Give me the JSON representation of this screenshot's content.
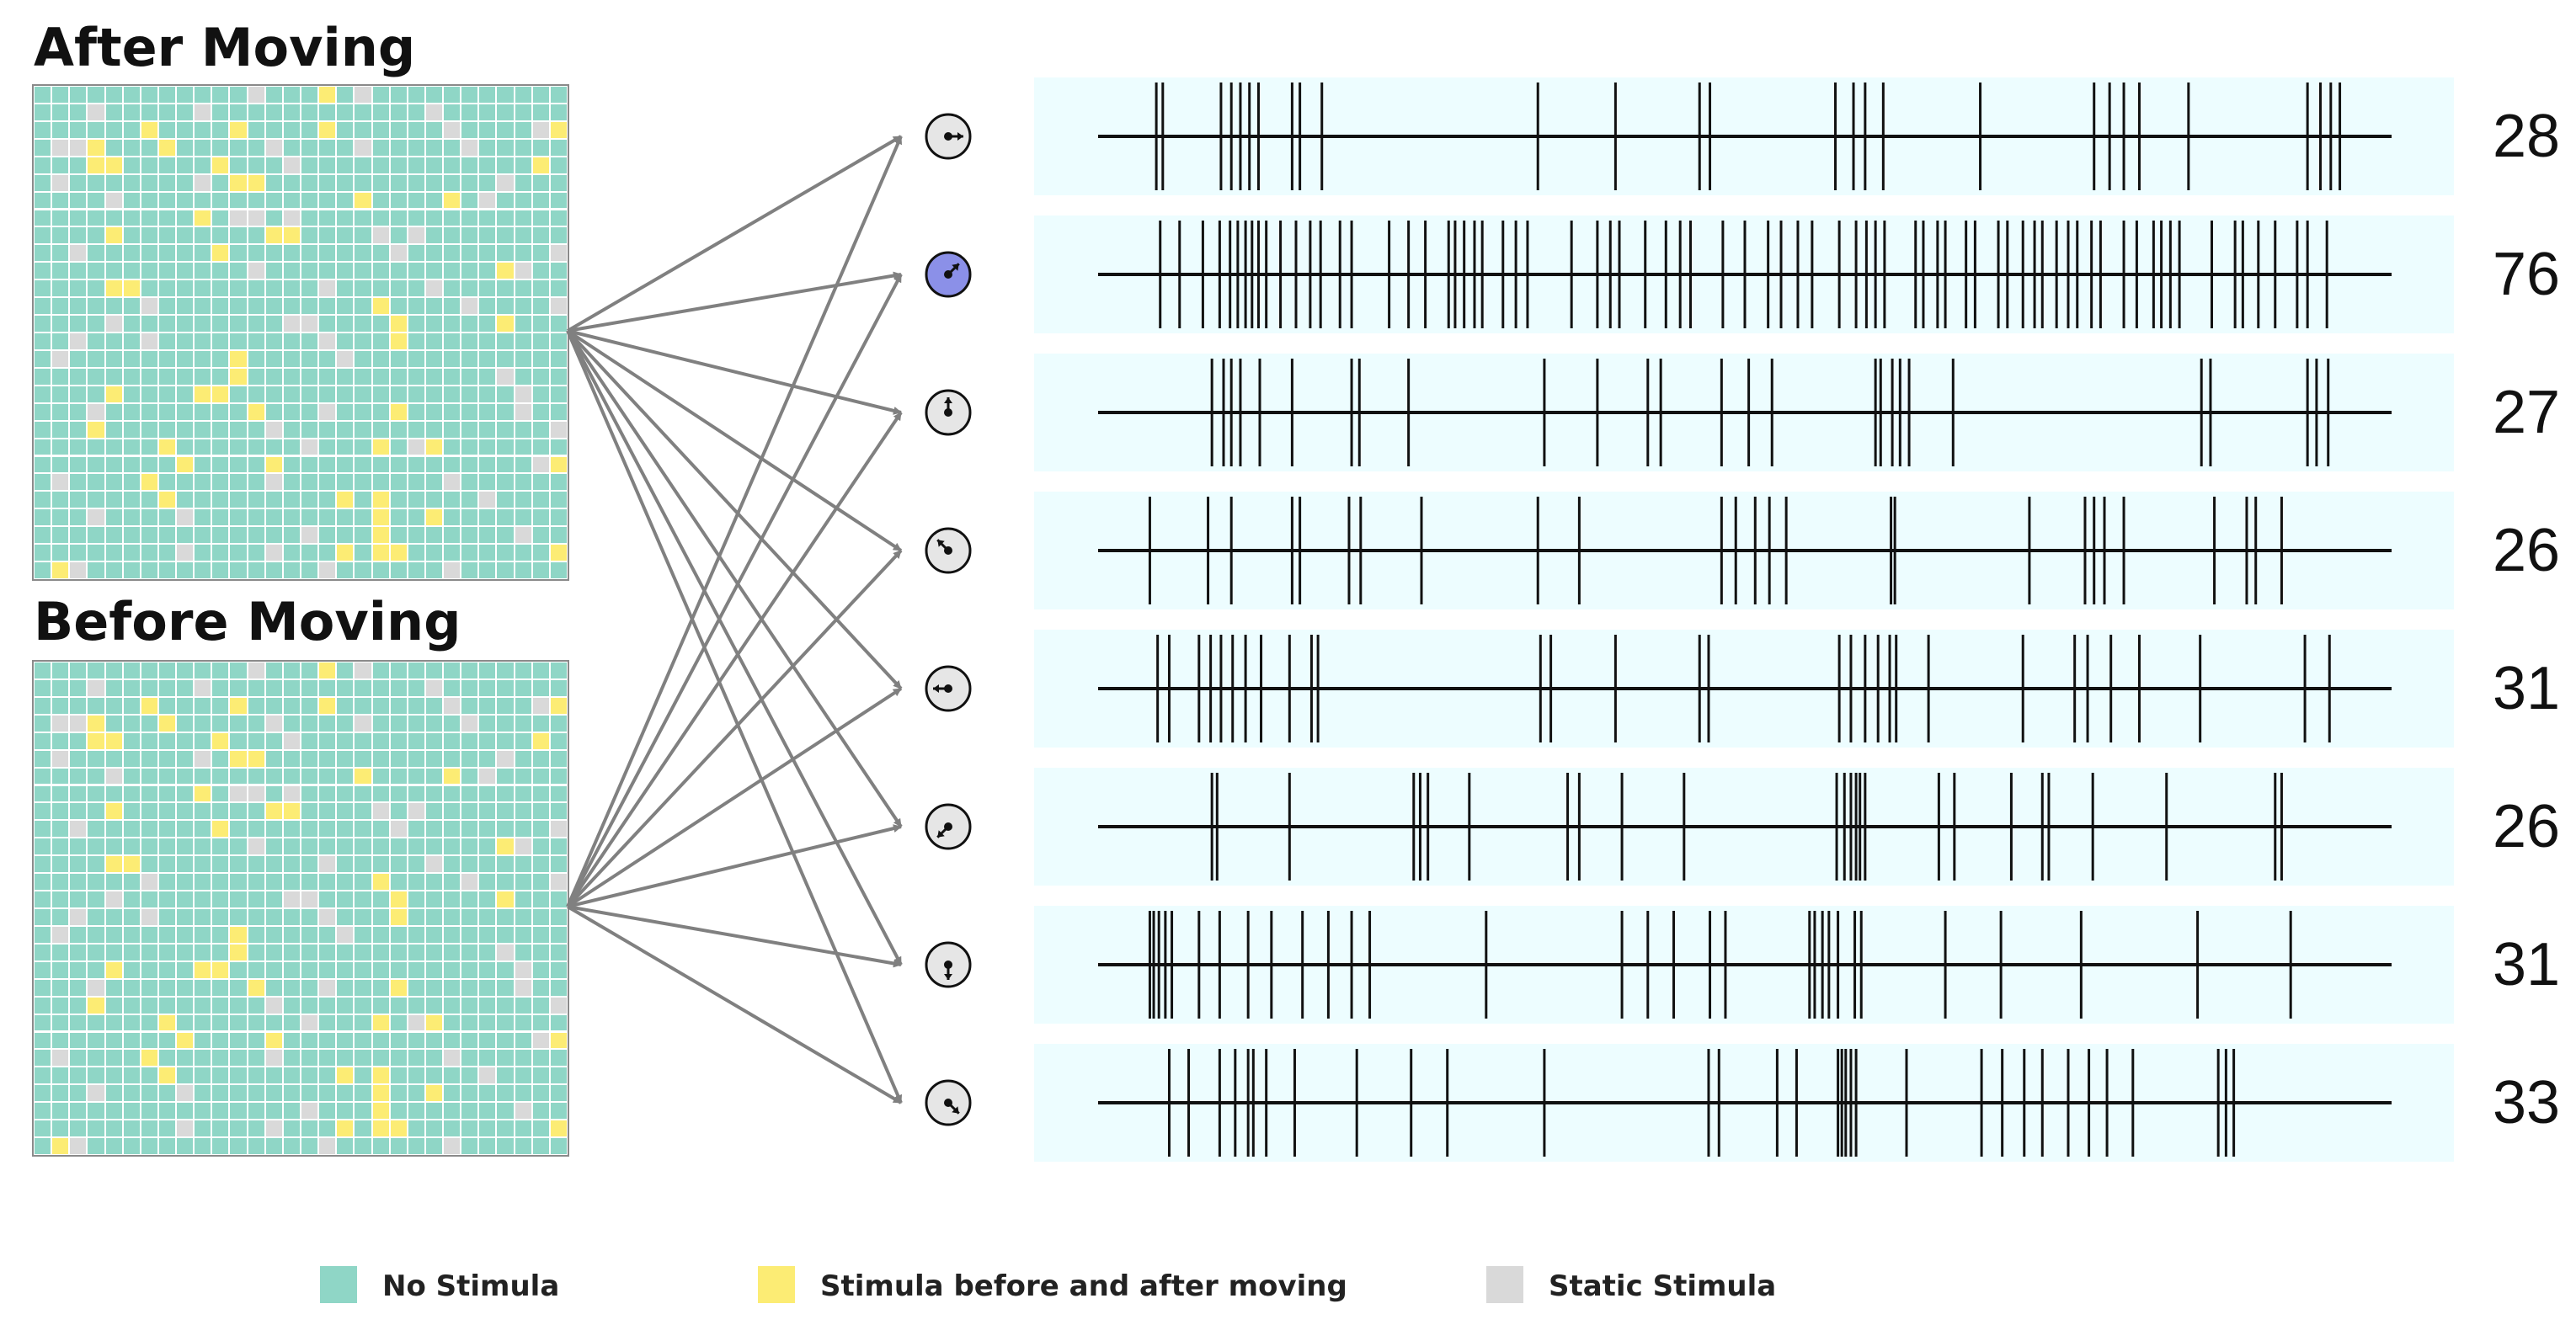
{
  "titles": {
    "after": "After Moving",
    "before": "Before Moving"
  },
  "colors": {
    "no_stimula": "#8fd6c6",
    "stimula_moving": "#fcec74",
    "static_stimula": "#d9d9d9",
    "neuron_default": "#e6e6e6",
    "neuron_active": "#8b90e8",
    "raster_bg": "#edfdff",
    "connection": "#808080"
  },
  "grids": {
    "after": {
      "rows": 28,
      "cols": 30,
      "stimula_moving": [
        [
          0,
          16
        ],
        [
          2,
          6
        ],
        [
          2,
          11
        ],
        [
          2,
          16
        ],
        [
          2,
          29
        ],
        [
          3,
          3
        ],
        [
          3,
          7
        ],
        [
          4,
          3
        ],
        [
          4,
          4
        ],
        [
          4,
          10
        ],
        [
          4,
          28
        ],
        [
          5,
          11
        ],
        [
          5,
          12
        ],
        [
          6,
          18
        ],
        [
          6,
          23
        ],
        [
          7,
          9
        ],
        [
          8,
          4
        ],
        [
          8,
          13
        ],
        [
          8,
          14
        ],
        [
          9,
          10
        ],
        [
          10,
          26
        ],
        [
          11,
          4
        ],
        [
          11,
          5
        ],
        [
          12,
          19
        ],
        [
          13,
          20
        ],
        [
          13,
          26
        ],
        [
          14,
          20
        ],
        [
          15,
          11
        ],
        [
          16,
          11
        ],
        [
          17,
          4
        ],
        [
          17,
          9
        ],
        [
          17,
          10
        ],
        [
          18,
          12
        ],
        [
          18,
          20
        ],
        [
          19,
          3
        ],
        [
          20,
          7
        ],
        [
          20,
          19
        ],
        [
          20,
          22
        ],
        [
          21,
          8
        ],
        [
          21,
          13
        ],
        [
          21,
          29
        ],
        [
          22,
          6
        ],
        [
          23,
          7
        ],
        [
          23,
          17
        ],
        [
          23,
          19
        ],
        [
          24,
          19
        ],
        [
          24,
          22
        ],
        [
          25,
          19
        ],
        [
          26,
          17
        ],
        [
          26,
          19
        ],
        [
          26,
          20
        ],
        [
          26,
          29
        ],
        [
          27,
          1
        ]
      ],
      "static_stimula": [
        [
          0,
          12
        ],
        [
          0,
          18
        ],
        [
          1,
          3
        ],
        [
          1,
          9
        ],
        [
          1,
          22
        ],
        [
          2,
          23
        ],
        [
          2,
          28
        ],
        [
          3,
          1
        ],
        [
          3,
          2
        ],
        [
          3,
          13
        ],
        [
          3,
          18
        ],
        [
          3,
          24
        ],
        [
          4,
          14
        ],
        [
          5,
          1
        ],
        [
          5,
          9
        ],
        [
          5,
          26
        ],
        [
          6,
          4
        ],
        [
          6,
          25
        ],
        [
          7,
          11
        ],
        [
          7,
          12
        ],
        [
          7,
          14
        ],
        [
          8,
          19
        ],
        [
          8,
          21
        ],
        [
          9,
          2
        ],
        [
          9,
          20
        ],
        [
          9,
          29
        ],
        [
          10,
          12
        ],
        [
          10,
          27
        ],
        [
          11,
          16
        ],
        [
          11,
          22
        ],
        [
          12,
          6
        ],
        [
          12,
          24
        ],
        [
          12,
          29
        ],
        [
          13,
          4
        ],
        [
          13,
          14
        ],
        [
          13,
          15
        ],
        [
          14,
          2
        ],
        [
          14,
          6
        ],
        [
          14,
          16
        ],
        [
          15,
          1
        ],
        [
          15,
          17
        ],
        [
          16,
          26
        ],
        [
          17,
          27
        ],
        [
          18,
          3
        ],
        [
          18,
          16
        ],
        [
          18,
          27
        ],
        [
          19,
          13
        ],
        [
          19,
          29
        ],
        [
          20,
          15
        ],
        [
          20,
          21
        ],
        [
          21,
          28
        ],
        [
          22,
          1
        ],
        [
          22,
          13
        ],
        [
          22,
          23
        ],
        [
          23,
          25
        ],
        [
          24,
          3
        ],
        [
          24,
          8
        ],
        [
          25,
          15
        ],
        [
          25,
          27
        ],
        [
          26,
          8
        ],
        [
          26,
          13
        ],
        [
          27,
          2
        ],
        [
          27,
          16
        ],
        [
          27,
          23
        ]
      ]
    },
    "before": {
      "rows": 28,
      "cols": 30,
      "stimula_moving": [
        [
          0,
          16
        ],
        [
          2,
          6
        ],
        [
          2,
          11
        ],
        [
          2,
          16
        ],
        [
          2,
          29
        ],
        [
          3,
          3
        ],
        [
          3,
          7
        ],
        [
          4,
          3
        ],
        [
          4,
          4
        ],
        [
          4,
          10
        ],
        [
          4,
          28
        ],
        [
          5,
          11
        ],
        [
          5,
          12
        ],
        [
          6,
          18
        ],
        [
          6,
          23
        ],
        [
          7,
          9
        ],
        [
          8,
          4
        ],
        [
          8,
          13
        ],
        [
          8,
          14
        ],
        [
          9,
          10
        ],
        [
          10,
          26
        ],
        [
          11,
          4
        ],
        [
          11,
          5
        ],
        [
          12,
          19
        ],
        [
          13,
          20
        ],
        [
          13,
          26
        ],
        [
          14,
          20
        ],
        [
          15,
          11
        ],
        [
          16,
          11
        ],
        [
          17,
          4
        ],
        [
          17,
          9
        ],
        [
          17,
          10
        ],
        [
          18,
          12
        ],
        [
          18,
          20
        ],
        [
          19,
          3
        ],
        [
          20,
          7
        ],
        [
          20,
          19
        ],
        [
          20,
          22
        ],
        [
          21,
          8
        ],
        [
          21,
          13
        ],
        [
          21,
          29
        ],
        [
          22,
          6
        ],
        [
          23,
          7
        ],
        [
          23,
          17
        ],
        [
          23,
          19
        ],
        [
          24,
          19
        ],
        [
          24,
          22
        ],
        [
          25,
          19
        ],
        [
          26,
          17
        ],
        [
          26,
          19
        ],
        [
          26,
          20
        ],
        [
          26,
          29
        ],
        [
          27,
          1
        ]
      ],
      "static_stimula": [
        [
          0,
          12
        ],
        [
          0,
          18
        ],
        [
          1,
          3
        ],
        [
          1,
          9
        ],
        [
          1,
          22
        ],
        [
          2,
          23
        ],
        [
          2,
          28
        ],
        [
          3,
          1
        ],
        [
          3,
          2
        ],
        [
          3,
          13
        ],
        [
          3,
          18
        ],
        [
          3,
          24
        ],
        [
          4,
          14
        ],
        [
          5,
          1
        ],
        [
          5,
          9
        ],
        [
          5,
          26
        ],
        [
          6,
          4
        ],
        [
          6,
          25
        ],
        [
          7,
          11
        ],
        [
          7,
          12
        ],
        [
          7,
          14
        ],
        [
          8,
          19
        ],
        [
          8,
          21
        ],
        [
          9,
          2
        ],
        [
          9,
          20
        ],
        [
          9,
          29
        ],
        [
          10,
          12
        ],
        [
          10,
          27
        ],
        [
          11,
          16
        ],
        [
          11,
          22
        ],
        [
          12,
          6
        ],
        [
          12,
          24
        ],
        [
          12,
          29
        ],
        [
          13,
          4
        ],
        [
          13,
          14
        ],
        [
          13,
          15
        ],
        [
          14,
          2
        ],
        [
          14,
          6
        ],
        [
          14,
          16
        ],
        [
          15,
          1
        ],
        [
          15,
          17
        ],
        [
          16,
          26
        ],
        [
          17,
          27
        ],
        [
          18,
          3
        ],
        [
          18,
          16
        ],
        [
          18,
          27
        ],
        [
          19,
          13
        ],
        [
          19,
          29
        ],
        [
          20,
          15
        ],
        [
          20,
          21
        ],
        [
          21,
          28
        ],
        [
          22,
          1
        ],
        [
          22,
          13
        ],
        [
          22,
          23
        ],
        [
          23,
          25
        ],
        [
          24,
          3
        ],
        [
          24,
          8
        ],
        [
          25,
          15
        ],
        [
          25,
          27
        ],
        [
          26,
          8
        ],
        [
          26,
          13
        ],
        [
          27,
          2
        ],
        [
          27,
          16
        ],
        [
          27,
          23
        ]
      ]
    }
  },
  "neurons": [
    {
      "direction": "right",
      "icon": "arrow-right-icon",
      "active": false
    },
    {
      "direction": "up-right",
      "icon": "arrow-up-right-icon",
      "active": true
    },
    {
      "direction": "up",
      "icon": "arrow-up-icon",
      "active": false
    },
    {
      "direction": "up-left",
      "icon": "arrow-up-left-icon",
      "active": false
    },
    {
      "direction": "left",
      "icon": "arrow-left-icon",
      "active": false
    },
    {
      "direction": "down-left",
      "icon": "arrow-down-left-icon",
      "active": false
    },
    {
      "direction": "down",
      "icon": "arrow-down-icon",
      "active": false
    },
    {
      "direction": "down-right",
      "icon": "arrow-down-right-icon",
      "active": false
    }
  ],
  "spike_trains": [
    {
      "count": "28",
      "spikes": [
        4.5,
        5.0,
        9.5,
        10.3,
        11.0,
        11.7,
        12.4,
        15.0,
        15.6,
        17.3,
        34.0,
        40.0,
        46.5,
        47.3,
        57.0,
        58.4,
        59.3,
        60.7,
        68.2,
        77.0,
        78.2,
        79.3,
        80.5,
        84.3,
        93.5,
        94.5,
        95.3,
        96.0
      ]
    },
    {
      "count": "76",
      "spikes": [
        4.8,
        6.3,
        8.1,
        9.4,
        10.2,
        10.8,
        11.4,
        11.9,
        12.4,
        13.0,
        14.1,
        15.3,
        16.4,
        17.2,
        18.7,
        19.6,
        22.5,
        24.0,
        25.3,
        27.1,
        27.6,
        28.3,
        29.1,
        29.7,
        31.3,
        32.3,
        33.2,
        36.6,
        38.6,
        39.6,
        40.3,
        42.3,
        43.9,
        45.0,
        45.8,
        48.3,
        50.0,
        51.8,
        52.8,
        54.1,
        55.2,
        57.3,
        58.6,
        59.4,
        60.1,
        60.8,
        63.2,
        63.8,
        64.9,
        65.5,
        67.1,
        67.8,
        69.6,
        70.3,
        71.5,
        72.4,
        73.0,
        74.1,
        75.0,
        75.7,
        76.8,
        77.5,
        79.3,
        80.3,
        81.6,
        82.2,
        82.9,
        83.6,
        86.1,
        87.9,
        88.5,
        89.7,
        91.0,
        92.7,
        93.5,
        95.0
      ]
    },
    {
      "count": "27",
      "spikes": [
        8.8,
        9.7,
        10.3,
        11.0,
        12.5,
        15.0,
        19.6,
        20.2,
        24.0,
        34.5,
        38.6,
        42.5,
        43.5,
        48.2,
        50.3,
        52.1,
        60.1,
        60.5,
        61.4,
        62.0,
        62.7,
        66.1,
        85.3,
        86.0,
        93.5,
        94.2,
        95.1
      ]
    },
    {
      "count": "26",
      "spikes": [
        4.0,
        8.5,
        10.3,
        15.0,
        15.6,
        19.4,
        20.3,
        25.0,
        34.0,
        37.2,
        48.2,
        49.3,
        50.8,
        51.9,
        53.2,
        61.3,
        61.6,
        72.0,
        76.3,
        77.0,
        77.8,
        79.3,
        86.3,
        88.8,
        89.5,
        91.5
      ]
    },
    {
      "count": "31",
      "spikes": [
        4.6,
        5.5,
        7.8,
        8.7,
        9.5,
        10.4,
        11.4,
        12.6,
        14.8,
        16.5,
        17.0,
        34.2,
        35.0,
        40.0,
        46.5,
        47.2,
        57.3,
        58.2,
        59.3,
        60.3,
        61.2,
        61.7,
        64.2,
        71.5,
        75.5,
        76.5,
        78.3,
        80.5,
        85.2,
        93.3,
        95.2
      ]
    },
    {
      "count": "26",
      "spikes": [
        8.8,
        9.2,
        14.8,
        24.4,
        24.9,
        25.5,
        28.7,
        36.3,
        37.2,
        40.5,
        45.3,
        57.1,
        57.7,
        58.2,
        58.6,
        58.9,
        59.3,
        65.0,
        66.2,
        70.6,
        73.0,
        73.5,
        76.9,
        82.6,
        91.0,
        91.5
      ]
    },
    {
      "count": "31",
      "spikes": [
        4.0,
        4.3,
        4.7,
        5.2,
        5.7,
        7.8,
        9.4,
        11.6,
        13.4,
        15.8,
        17.8,
        19.6,
        21.0,
        30.0,
        40.5,
        42.5,
        44.5,
        47.3,
        48.5,
        55.0,
        55.4,
        56.0,
        56.5,
        57.2,
        58.5,
        59.0,
        65.5,
        69.8,
        76.0,
        85.0,
        92.2
      ]
    },
    {
      "count": "33",
      "spikes": [
        5.5,
        7.0,
        9.4,
        10.6,
        11.6,
        12.0,
        13.0,
        15.2,
        20.0,
        24.2,
        27.0,
        34.5,
        47.2,
        48.0,
        52.5,
        54.0,
        57.2,
        57.5,
        57.8,
        58.2,
        58.6,
        62.5,
        68.3,
        69.9,
        71.6,
        73.0,
        75.0,
        76.6,
        78.0,
        80.0,
        86.6,
        87.2,
        87.8
      ]
    }
  ],
  "legend": [
    {
      "label": "No Stimula",
      "color": "#8fd6c6"
    },
    {
      "label": "Stimula before and after moving",
      "color": "#fcec74"
    },
    {
      "label": "Static Stimula",
      "color": "#d9d9d9"
    }
  ]
}
